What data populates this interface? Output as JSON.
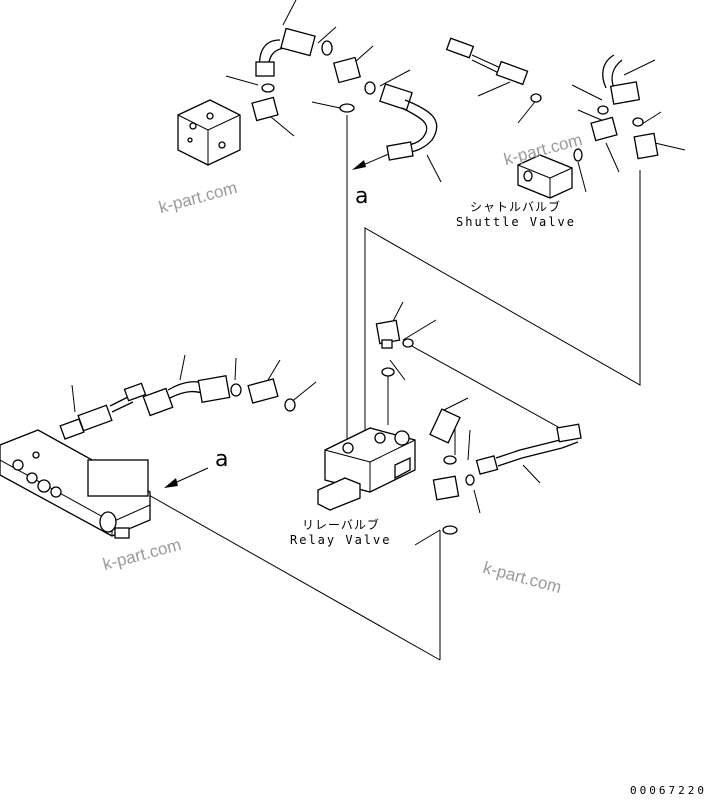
{
  "diagram": {
    "callout_a_top": "a",
    "callout_a_left": "a",
    "shuttle_valve_jp": "シャトルバルブ",
    "shuttle_valve_en": "Shuttle Valve",
    "relay_valve_jp": "リレーバルブ",
    "relay_valve_en": "Relay Valve",
    "reference_number": "00067220"
  },
  "watermarks": {
    "top_left": "k-part.com",
    "top_right": "k-part.com",
    "bottom_left": "k-part.com",
    "bottom_right": "k-part.com"
  }
}
